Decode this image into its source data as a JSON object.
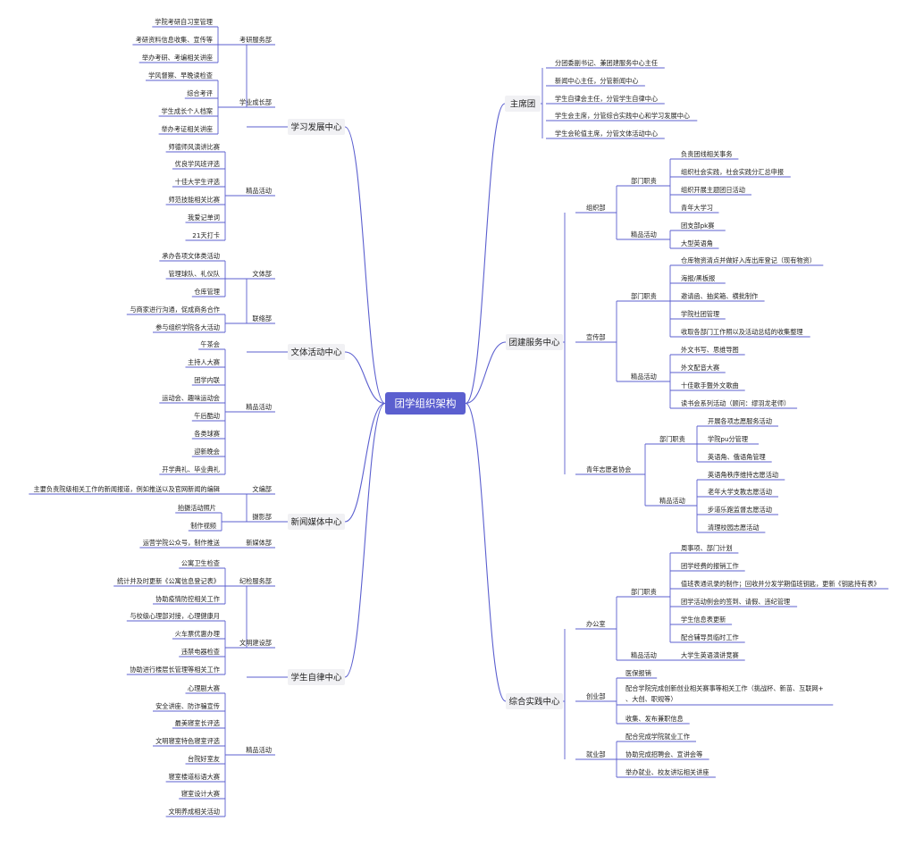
{
  "colors": {
    "line": "#5b5fcf",
    "root_bg": "#5b5fcf",
    "root_text": "#ffffff",
    "main_bg": "#f1f1f4",
    "text": "#222222"
  },
  "root": "团学组织架构",
  "left": [
    {
      "label": "学习发展中心",
      "children": [
        {
          "label": "考研服务部",
          "children": [
            {
              "label": "学院考研自习室管理"
            },
            {
              "label": "考研资料信息收集、宣传等"
            },
            {
              "label": "举办考研、考编相关讲座"
            }
          ]
        },
        {
          "label": "学业成长部",
          "children": [
            {
              "label": "学风督察、早晚读检查"
            },
            {
              "label": "综合考评"
            },
            {
              "label": "学生成长个人档案"
            },
            {
              "label": "举办考证相关讲座"
            }
          ]
        },
        {
          "label": "精品活动",
          "children": [
            {
              "label": "师德师风演讲比赛"
            },
            {
              "label": "优良学风班评选"
            },
            {
              "label": "十佳大学生评选"
            },
            {
              "label": "师范技能相关比赛"
            },
            {
              "label": "我爱记单词"
            },
            {
              "label": "21天打卡"
            }
          ]
        }
      ]
    },
    {
      "label": "文体活动中心",
      "children": [
        {
          "label": "文体部",
          "children": [
            {
              "label": "承办各项文体类活动"
            },
            {
              "label": "管理球队、礼仪队"
            },
            {
              "label": "仓库管理"
            }
          ]
        },
        {
          "label": "联络部",
          "children": [
            {
              "label": "与商家进行沟通，促成商务合作"
            },
            {
              "label": "参与组织学院各大活动"
            }
          ]
        },
        {
          "label": "精品活动",
          "children": [
            {
              "label": "午茶会"
            },
            {
              "label": "主持人大赛"
            },
            {
              "label": "团学内联"
            },
            {
              "label": "运动会、趣味运动会"
            },
            {
              "label": "午后酷动"
            },
            {
              "label": "各类球赛"
            },
            {
              "label": "迎新晚会"
            },
            {
              "label": "开学典礼、毕业典礼"
            }
          ]
        }
      ]
    },
    {
      "label": "新闻媒体中心",
      "children": [
        {
          "label": "文编部",
          "children": [
            {
              "label": "主要负责院级相关工作的新闻报道，例如推送以及官网新闻的编辑"
            }
          ]
        },
        {
          "label": "摄影部",
          "children": [
            {
              "label": "拍摄活动照片"
            },
            {
              "label": "制作视频"
            }
          ]
        },
        {
          "label": "新媒体部",
          "children": [
            {
              "label": "运营学院公众号，制作推送"
            }
          ]
        }
      ]
    },
    {
      "label": "学生自律中心",
      "children": [
        {
          "label": "纪检服务部",
          "children": [
            {
              "label": "公寓卫生检查"
            },
            {
              "label": "统计并及时更新《公寓信息登记表》"
            },
            {
              "label": "协助疫情防控相关工作"
            }
          ]
        },
        {
          "label": "文明建设部",
          "children": [
            {
              "label": "与校级心理部对接，心理健康月"
            },
            {
              "label": "火车票优惠办理"
            },
            {
              "label": "违禁电器检查"
            },
            {
              "label": "协助进行楼层长管理等相关工作"
            }
          ]
        },
        {
          "label": "精品活动",
          "children": [
            {
              "label": "心理剧大赛"
            },
            {
              "label": "安全讲座、防诈骗宣传"
            },
            {
              "label": "最美寝室长评选"
            },
            {
              "label": "文明寝室特色寝室评选"
            },
            {
              "label": "台院好室友"
            },
            {
              "label": "寝室楼道标语大赛"
            },
            {
              "label": "寝室设计大赛"
            },
            {
              "label": "文明养成相关活动"
            }
          ]
        }
      ]
    }
  ],
  "right": [
    {
      "label": "主席团",
      "children": [
        {
          "label": "分团委副书记、兼团建服务中心主任"
        },
        {
          "label": "新闻中心主任，分管新闻中心"
        },
        {
          "label": "学生自律会主任，分管学生自律中心"
        },
        {
          "label": "学生会主席，分管综合实践中心和学习发展中心"
        },
        {
          "label": "学生会轮值主席，分管文体活动中心"
        }
      ]
    },
    {
      "label": "团建服务中心",
      "children": [
        {
          "label": "组织部",
          "children": [
            {
              "label": "部门职责",
              "children": [
                {
                  "label": "负责团线相关事务"
                },
                {
                  "label": "组织社会实践，社会实践分汇总申报"
                },
                {
                  "label": "组织开展主题团日活动"
                },
                {
                  "label": "青年大学习"
                }
              ]
            },
            {
              "label": "精品活动",
              "children": [
                {
                  "label": "团支部pk赛"
                },
                {
                  "label": "大型英语角"
                }
              ]
            }
          ]
        },
        {
          "label": "宣传部",
          "children": [
            {
              "label": "部门职责",
              "children": [
                {
                  "label": "仓库物资清点并做好入库出库登记（现有物资）"
                },
                {
                  "label": "海报/黑板报"
                },
                {
                  "label": "邀请函、抽奖箱、横批制作"
                },
                {
                  "label": "学院社团管理"
                },
                {
                  "label": "收取各部门工作照以及活动总结的收集整理"
                }
              ]
            },
            {
              "label": "精品活动",
              "children": [
                {
                  "label": "外文书写、思维导图"
                },
                {
                  "label": "外文配音大赛"
                },
                {
                  "label": "十佳歌手暨外文歌曲"
                },
                {
                  "label": "读书会系列活动（顾问：缪羽龙老师）"
                }
              ]
            }
          ]
        },
        {
          "label": "青年志愿者协会",
          "children": [
            {
              "label": "部门职责",
              "children": [
                {
                  "label": "开展各项志愿服务活动"
                },
                {
                  "label": "学院pu分管理"
                },
                {
                  "label": "英语角、俄语角管理"
                }
              ]
            },
            {
              "label": "精品活动",
              "children": [
                {
                  "label": "英语角秩序维持志愿活动"
                },
                {
                  "label": "老年大学支教志愿活动"
                },
                {
                  "label": "步道乐跑监督志愿活动"
                },
                {
                  "label": "清理校园志愿活动"
                }
              ]
            }
          ]
        }
      ]
    },
    {
      "label": "综合实践中心",
      "children": [
        {
          "label": "办公室",
          "children": [
            {
              "label": "部门职责",
              "children": [
                {
                  "label": "周事项、部门计划"
                },
                {
                  "label": "团学经费的报销工作"
                },
                {
                  "label": "值班表通讯录的制作；回收并分发学期值班钥匙，更新《钥匙持有表》"
                },
                {
                  "label": "团学活动例会的签到、请假、违纪管理"
                },
                {
                  "label": "学生信息表更新"
                },
                {
                  "label": "配合辅导员临时工作"
                }
              ]
            },
            {
              "label": "精品活动",
              "children": [
                {
                  "label": "大学生英语演讲竞赛"
                }
              ]
            }
          ]
        },
        {
          "label": "创业部",
          "children": [
            {
              "label": "医保报销"
            },
            {
              "label": "配合学院完成创新创业相关赛事等相关工作（挑战杯、新苗、互联网+",
              "label2": "、大创、职规等）"
            },
            {
              "label": "收集、发布兼职信息"
            }
          ]
        },
        {
          "label": "就业部",
          "children": [
            {
              "label": "配合完成学院就业工作"
            },
            {
              "label": "协助完成招聘会、宣讲会等"
            },
            {
              "label": "举办就业、校友讲坛相关讲座"
            }
          ]
        }
      ]
    }
  ]
}
